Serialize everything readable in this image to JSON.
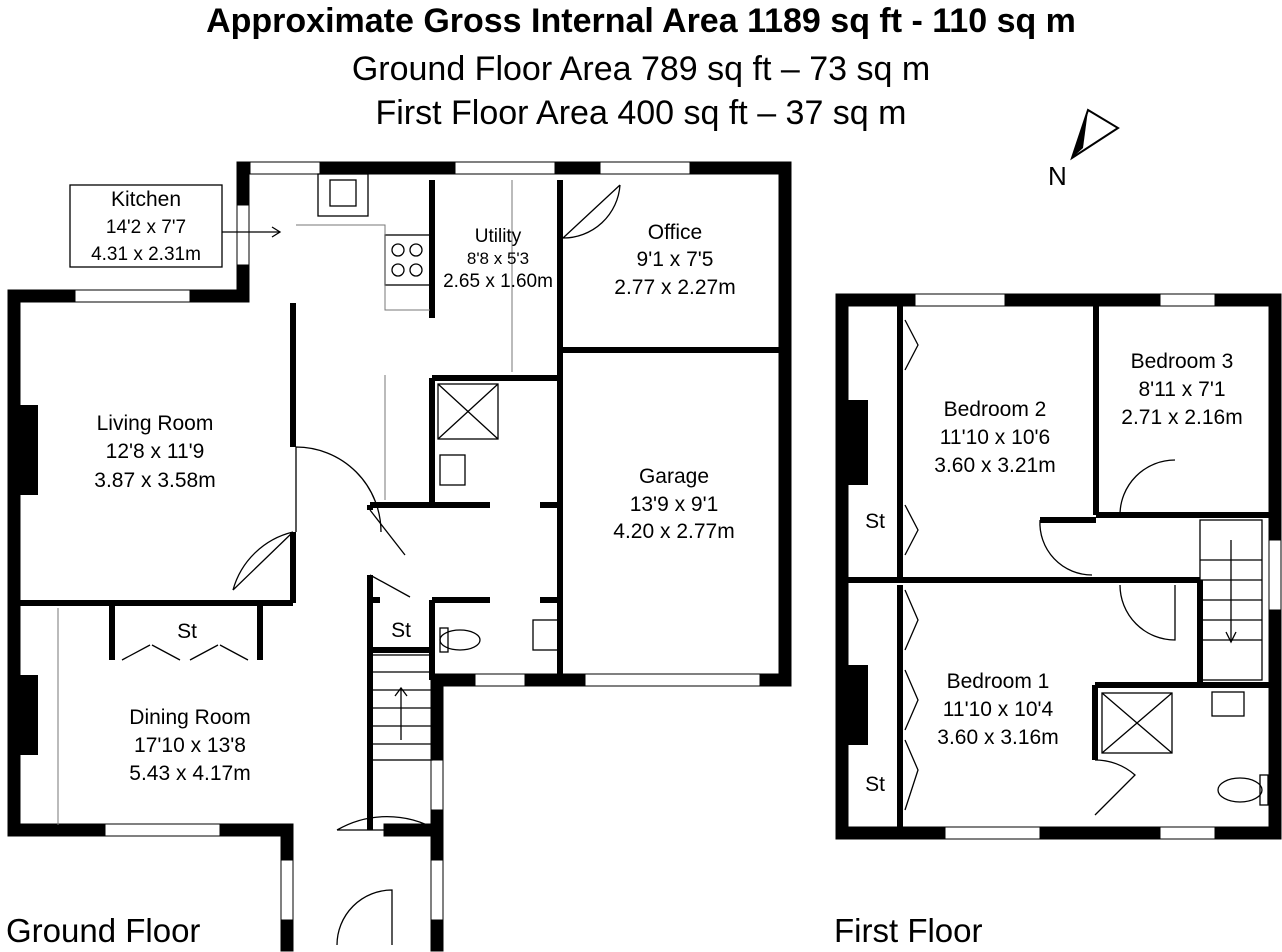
{
  "header": {
    "title": "Approximate Gross Internal Area 1189 sq ft - 110 sq m",
    "ground_area": "Ground Floor Area 789 sq ft – 73 sq m",
    "first_area": "First Floor Area 400 sq ft – 37 sq m"
  },
  "compass": {
    "label": "N"
  },
  "floors": {
    "ground": "Ground Floor",
    "first": "First Floor"
  },
  "rooms": {
    "kitchen": {
      "name": "Kitchen",
      "imperial": "14'2 x 7'7",
      "metric": "4.31 x 2.31m"
    },
    "utility": {
      "name": "Utility",
      "imperial": "8'8 x 5'3",
      "metric": "2.65 x 1.60m"
    },
    "office": {
      "name": "Office",
      "imperial": "9'1 x 7'5",
      "metric": "2.77 x 2.27m"
    },
    "living_room": {
      "name": "Living Room",
      "imperial": "12'8 x 11'9",
      "metric": "3.87 x 3.58m"
    },
    "garage": {
      "name": "Garage",
      "imperial": "13'9 x 9'1",
      "metric": "4.20 x 2.77m"
    },
    "dining_room": {
      "name": "Dining Room",
      "imperial": "17'10 x 13'8",
      "metric": "5.43 x 4.17m"
    },
    "bedroom_1": {
      "name": "Bedroom 1",
      "imperial": "11'10 x 10'4",
      "metric": "3.60 x 3.16m"
    },
    "bedroom_2": {
      "name": "Bedroom 2",
      "imperial": "11'10 x 10'6",
      "metric": "3.60 x 3.21m"
    },
    "bedroom_3": {
      "name": "Bedroom 3",
      "imperial": "8'11 x 7'1",
      "metric": "2.71 x 2.16m"
    }
  },
  "storage_label": "St"
}
